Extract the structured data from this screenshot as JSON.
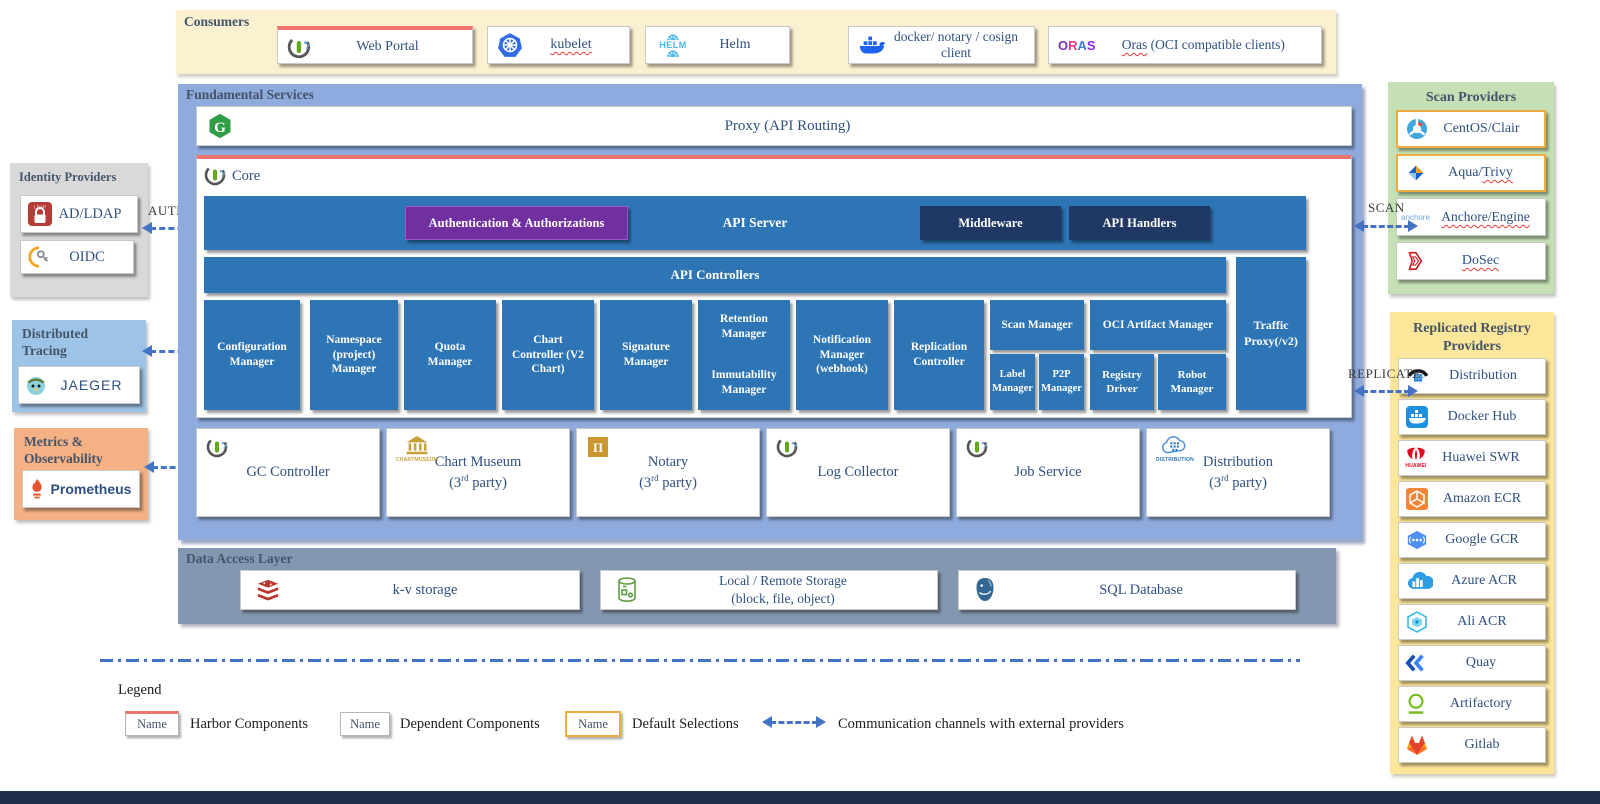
{
  "icons": {
    "helm_text": "HELM",
    "oras_letters": [
      "O",
      "R",
      "A",
      "S"
    ]
  },
  "consumers": {
    "title": "Consumers",
    "items": [
      {
        "label": "Web Portal"
      },
      {
        "label": "kubelet"
      },
      {
        "label": "Helm"
      },
      {
        "label": "docker/ notary / cosign client"
      },
      {
        "label": "Oras",
        "rest": " (OCI compatible clients)"
      }
    ]
  },
  "identity": {
    "title": "Identity Providers",
    "arrow_label": "AUTH",
    "items": [
      {
        "label": "AD/LDAP",
        "icon_text": "LDAP"
      },
      {
        "label": "OIDC"
      }
    ]
  },
  "tracing": {
    "title": "Distributed Tracing",
    "logo": "JAEGER"
  },
  "metrics": {
    "title": "Metrics & Observability",
    "logo": "Prometheus"
  },
  "fundamental": {
    "title": "Fundamental Services",
    "proxy_label": "Proxy (API Routing)",
    "core": {
      "label": "Core",
      "auth_box": "Authentication & Authorizations",
      "api_server": "API Server",
      "middleware": "Middleware",
      "api_handlers": "API Handlers",
      "api_controllers": "API Controllers",
      "traffic_proxy": "Traffic Proxy(/v2)",
      "managers": [
        "Configuration Manager",
        "Namespace (project) Manager",
        "Quota Manager",
        "Chart Controller (V2 Chart)",
        "Signature Manager",
        "Notification Manager (webhook)",
        "Replication Controller"
      ],
      "retention": "Retention Manager",
      "immutability": "Immutability Manager",
      "scan_group": {
        "title": "Scan Manager",
        "children": [
          "Label Manager",
          "P2P Manager"
        ]
      },
      "oci_group": {
        "title": "OCI Artifact Manager",
        "children": [
          "Registry Driver",
          "Robot Manager"
        ]
      }
    },
    "services": [
      {
        "label": "GC Controller"
      },
      {
        "label": "Chart Museum",
        "sub_pre": "(3",
        "sub_sup": "rd",
        "sub_post": " party)",
        "icon_text": "CHARTMUSEUM"
      },
      {
        "label": "Notary",
        "sub_pre": "(3",
        "sub_sup": "rd",
        "sub_post": " party)"
      },
      {
        "label": "Log Collector"
      },
      {
        "label": "Job Service"
      },
      {
        "label": "Distribution",
        "sub_pre": "(3",
        "sub_sup": "rd",
        "sub_post": " party)",
        "icon_text": "DISTRIBUTION"
      }
    ]
  },
  "data_access": {
    "title": "Data Access Layer",
    "items": [
      {
        "label": "k-v storage"
      },
      {
        "label": "Local / Remote Storage",
        "sub": "(block, file, object)"
      },
      {
        "label": "SQL Database"
      }
    ]
  },
  "scan_providers": {
    "title": "Scan Providers",
    "arrow_label": "SCAN",
    "items": [
      {
        "label": "CentOS/Clair"
      },
      {
        "pre": "Aqua/",
        "squiggle": "Trivy"
      },
      {
        "squiggle": "Anchore/Engine",
        "icon_text": "anchore"
      },
      {
        "squiggle": "DoSec"
      }
    ]
  },
  "registry_providers": {
    "title": "Replicated Registry Providers",
    "arrow_label": "REPLICATE",
    "items": [
      {
        "label": "Distribution"
      },
      {
        "label": "Docker Hub"
      },
      {
        "label": "Huawei SWR",
        "icon_text": "HUAWEI"
      },
      {
        "label": "Amazon ECR"
      },
      {
        "label": "Google GCR"
      },
      {
        "label": "Azure ACR"
      },
      {
        "label": "Ali ACR"
      },
      {
        "label": "Quay"
      },
      {
        "label": "Artifactory"
      },
      {
        "label": "Gitlab"
      }
    ]
  },
  "legend": {
    "title": "Legend",
    "name_label": "Name",
    "items": [
      {
        "label": "Harbor Components"
      },
      {
        "label": "Dependent Components"
      },
      {
        "label": "Default Selections"
      },
      {
        "label": "Communication channels with external providers"
      }
    ]
  },
  "colors": {
    "harbor_red": "#EE7470",
    "default_gold": "#EDAD3E",
    "arrow_blue": "#4472C4",
    "box_blue": "#2E75B6",
    "navy_box": "#1F3864",
    "auth_purple": "#7030A0"
  }
}
